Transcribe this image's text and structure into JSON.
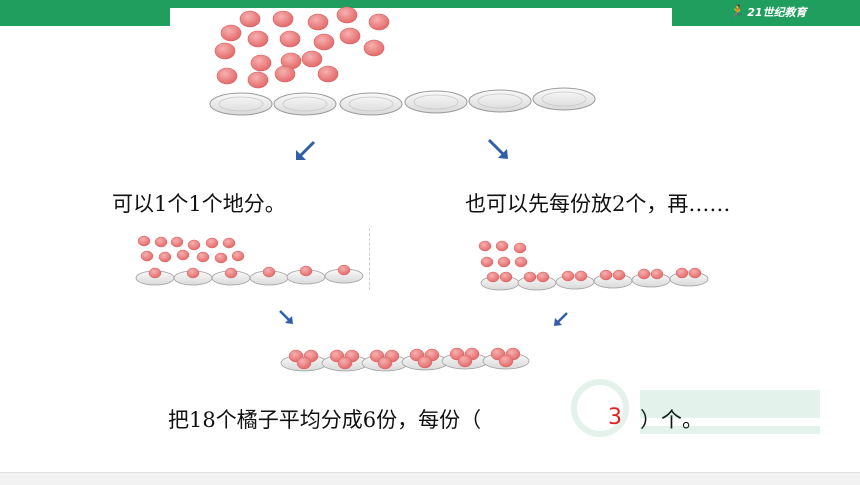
{
  "header": {
    "logo_text": "21世纪教育",
    "logo_icon": "runner-icon",
    "colors": {
      "bar": "#1f9e5d"
    }
  },
  "captions": {
    "left": "可以1个1个地分。",
    "right": "也可以先每份放2个，再……"
  },
  "question": {
    "prefix": "把18个橘子平均分成6份，每份（",
    "answer": "3",
    "suffix": "）个。"
  },
  "colors": {
    "orange": "#f08a8a",
    "plate": "#e6e6e6",
    "arrow": "#2f5fa8",
    "answer": "#e02020"
  }
}
